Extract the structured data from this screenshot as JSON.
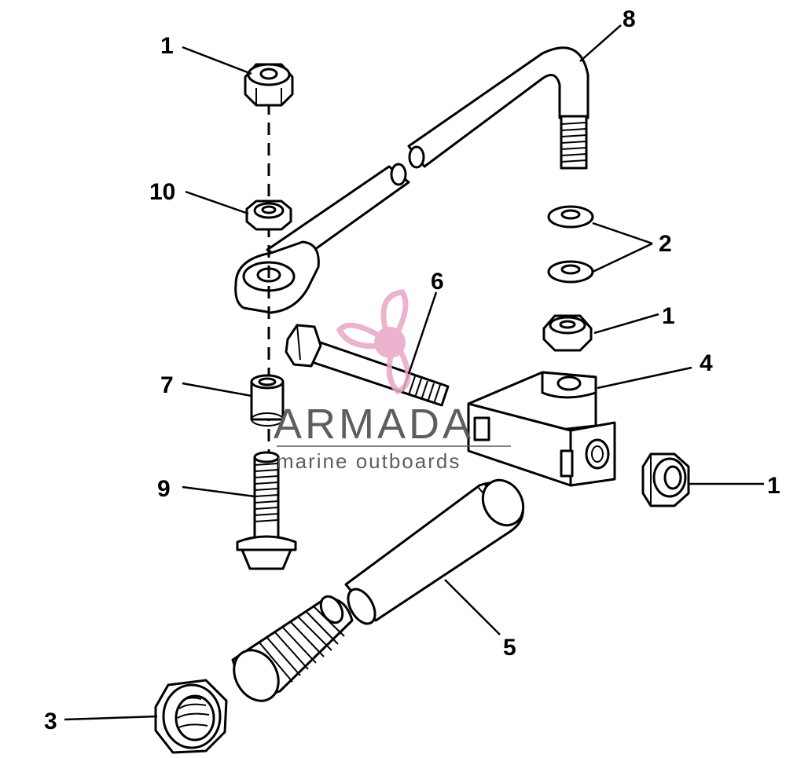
{
  "diagram": {
    "callouts": {
      "c1_top": "1",
      "c10": "10",
      "c8": "8",
      "c2": "2",
      "c1_mid": "1",
      "c6": "6",
      "c4": "4",
      "c7": "7",
      "c1_right": "1",
      "c9": "9",
      "c5": "5",
      "c3": "3"
    },
    "watermark": {
      "title": "ARMADA",
      "subtitle": "marine outboards",
      "logo_color": "#e9a6c6",
      "text_color": "#5e5e5e"
    }
  }
}
